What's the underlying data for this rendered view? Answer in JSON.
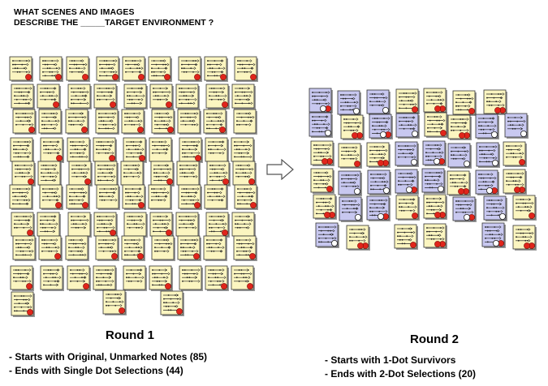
{
  "question": {
    "line1": "WHAT SCENES AND IMAGES",
    "line2": "DESCRIBE THE _____TARGET ENVIRONMENT ?"
  },
  "round1": {
    "title": "Round 1",
    "bullets": [
      "- Starts with Original, Unmarked Notes (85)",
      "- Ends with Single Dot Selections (44)"
    ]
  },
  "round2": {
    "title": "Round 2",
    "bullets": [
      "- Starts with 1-Dot Survivors",
      "- Ends with 2-Dot Selections (20)"
    ]
  },
  "colors": {
    "note_yellow": "#fbf5c0",
    "note_blue": "#c8c8f0",
    "dot_red": "#e0251b",
    "dot_white": "#ffffff"
  },
  "icons": {
    "arrow": "right-arrow-outline-icon",
    "note": "sticky-note-icon"
  }
}
